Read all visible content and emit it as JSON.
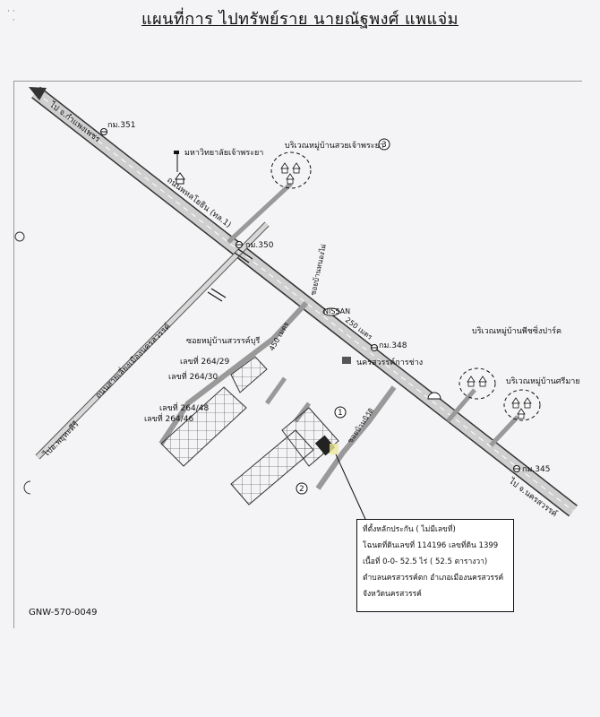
{
  "title": "แผนที่การ ไปทรัพย์ราย นายณัฐพงศ์ แพแจ่ม",
  "document_code": "GNW-570-0049",
  "roads": {
    "highway_label": "ถนนพหลโยธิน (ทล.1)",
    "to_kamphaeng_phet": "ไป จ.กำแพงเพชร",
    "to_nakhon_sawan": "ไป จ.นครสวรรค์",
    "bypass_label": "ถนนสายเลี่ยงเมืองนครสวรรค์",
    "to_phayuha": "ไปอ.พยุหะคีรี",
    "side_road": "ซอยบ้านหนองไผ่",
    "distance_450": "450 เมตร",
    "distance_250": "250 เมตร",
    "lane_label": "ซอยหมู่บ้านสวรรค์บุรี",
    "small_road": "ซอยบ้านนิวัติ"
  },
  "markers": {
    "km351": "กม.351",
    "km350": "กม.350",
    "km348": "กม.348",
    "km345": "กม.345"
  },
  "places": {
    "university": "มหาวิทยาลัยเจ้าพระยา",
    "village_1": "บริเวณหมู่บ้านสวยเจ้าพระยา",
    "village_1_num": "3",
    "village_2": "บริเวณหมู่บ้านพีชซิ่งปาร์ค",
    "village_3": "บริเวณหมู่บ้านศรีมาย",
    "auto_shop": "นครสวรรค์การช่าง",
    "nissan": "NISSAN"
  },
  "plots": {
    "plot_264_29": "เลขที่ 264/29",
    "plot_264_30": "เลขที่ 264/30",
    "plot_264_48": "เลขที่ 264/48",
    "plot_264_46": "เลขที่ 264/46",
    "point_1": "1",
    "point_2": "2"
  },
  "info_box": {
    "line1": "ที่ตั้งหลักประกัน ( ไม่มีเลขที่)",
    "line2": "โฉนดที่ดินเลขที่ 114196 เลขที่ดิน 1399",
    "line3": "เนื้อที่ 0-0- 52.5 ไร่ ( 52.5 ตารางวา)",
    "line4": "ตำบลนครสวรรค์ตก  อำเภอเมืองนครสวรรค์",
    "line5": "จังหวัดนครสวรรค์"
  }
}
